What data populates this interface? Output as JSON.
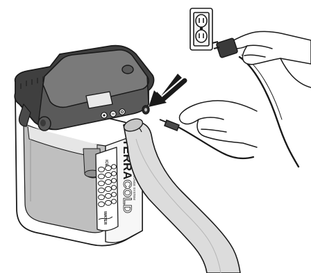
{
  "brand": {
    "name_part1": "TERRA",
    "name_part2": "COLD",
    "tagline": "COLD PLUNGE SYSTEM"
  },
  "tank_label": {
    "ice_marker": "ICE",
    "water_marker": "WATER"
  },
  "control_panel": {
    "buttons": [
      "power-button",
      "mode-button",
      "temperature-button"
    ]
  },
  "colors": {
    "outline": "#1a1a1a",
    "lid": "#6b6b6b",
    "tank_tint": "#bfbfbf",
    "hose": "#dcdcdc"
  },
  "icons": [
    "wall-outlet-icon",
    "pointer-arrow-icon",
    "power-plug-icon",
    "dc-plug-icon"
  ]
}
